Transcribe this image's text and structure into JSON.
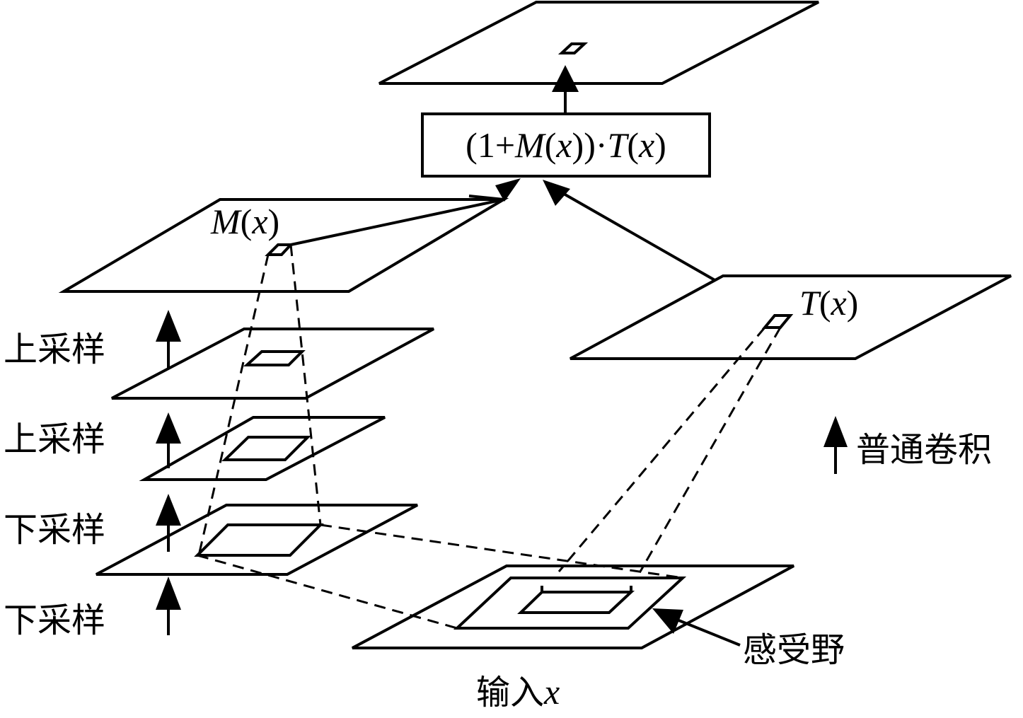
{
  "formula": {
    "p1": "(1+",
    "m": "M",
    "p2": "(",
    "x1": "x",
    "p3": "))·",
    "t": "T",
    "p4": "(",
    "x2": "x",
    "p5": ")"
  },
  "mask_label": {
    "m": "M",
    "open": "(",
    "x": "x",
    "close": ")"
  },
  "trunk_label": {
    "t": "T",
    "open": "(",
    "x": "x",
    "close": ")"
  },
  "side_labels": {
    "upsample_1": "上采样",
    "upsample_2": "上采样",
    "downsample_1": "下采样",
    "downsample_2": "下采样"
  },
  "legend": {
    "normal_conv": "普通卷积"
  },
  "receptive_field": "感受野",
  "input_label": {
    "text": "输入",
    "x": "x"
  }
}
